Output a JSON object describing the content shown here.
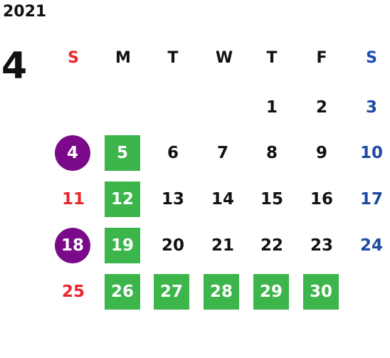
{
  "calendar": {
    "year": "2021",
    "month": "4",
    "weekdays": [
      "S",
      "M",
      "T",
      "W",
      "T",
      "F",
      "S"
    ],
    "weeks": [
      [
        "",
        "",
        "",
        "",
        "1",
        "2",
        "3"
      ],
      [
        "4",
        "5",
        "6",
        "7",
        "8",
        "9",
        "10"
      ],
      [
        "11",
        "12",
        "13",
        "14",
        "15",
        "16",
        "17"
      ],
      [
        "18",
        "19",
        "20",
        "21",
        "22",
        "23",
        "24"
      ],
      [
        "25",
        "26",
        "27",
        "28",
        "29",
        "30",
        ""
      ]
    ],
    "holiday_days": [
      "4",
      "18"
    ],
    "green_days": [
      "5",
      "12",
      "19",
      "26",
      "27",
      "28",
      "29",
      "30"
    ]
  },
  "colors": {
    "sunday": "#e8262b",
    "saturday_header": "#1f48b8",
    "saturday_day": "#1f4aa0",
    "holiday_circle": "#7a0a8a",
    "highlight_green": "#3cb54a"
  }
}
